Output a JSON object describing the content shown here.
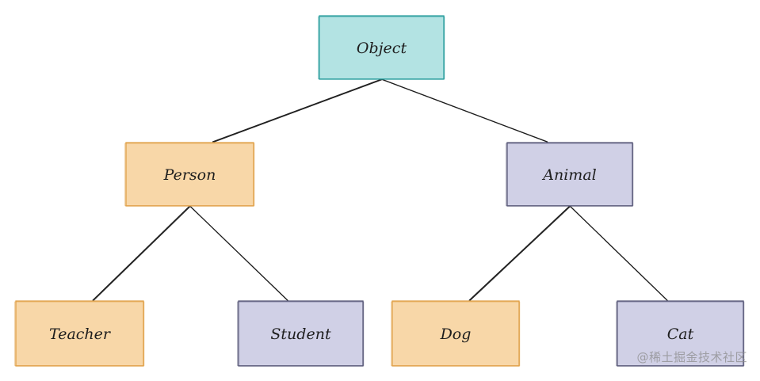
{
  "diagram": {
    "nodes": [
      {
        "id": "object",
        "label": "Object",
        "fill": "#b3e3e3",
        "stroke": "#2a9d9d"
      },
      {
        "id": "person",
        "label": "Person",
        "fill": "#f8d7a8",
        "stroke": "#e0a24a"
      },
      {
        "id": "animal",
        "label": "Animal",
        "fill": "#d0d0e6",
        "stroke": "#5a5a7a"
      },
      {
        "id": "teacher",
        "label": "Teacher",
        "fill": "#f8d7a8",
        "stroke": "#e0a24a"
      },
      {
        "id": "student",
        "label": "Student",
        "fill": "#d0d0e6",
        "stroke": "#5a5a7a"
      },
      {
        "id": "dog",
        "label": "Dog",
        "fill": "#f8d7a8",
        "stroke": "#e0a24a"
      },
      {
        "id": "cat",
        "label": "Cat",
        "fill": "#d0d0e6",
        "stroke": "#5a5a7a"
      }
    ],
    "edges": [
      {
        "from": "object",
        "to": "person"
      },
      {
        "from": "object",
        "to": "animal"
      },
      {
        "from": "person",
        "to": "teacher"
      },
      {
        "from": "person",
        "to": "student"
      },
      {
        "from": "animal",
        "to": "dog"
      },
      {
        "from": "animal",
        "to": "cat"
      }
    ]
  },
  "watermark": "@稀土掘金技术社区"
}
